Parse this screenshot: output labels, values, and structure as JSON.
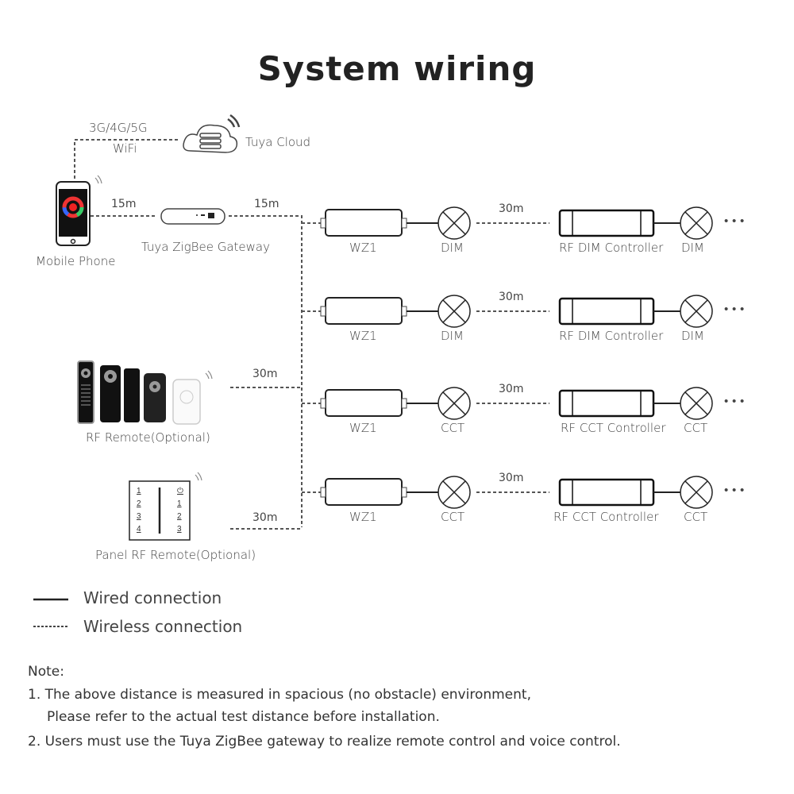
{
  "title": "System wiring",
  "cloud": {
    "network_line1": "3G/4G/5G",
    "network_line2": "WiFi",
    "label": "Tuya Cloud"
  },
  "phone": {
    "label": "Mobile Phone",
    "dist_to_gateway": "15m"
  },
  "gateway": {
    "label": "Tuya ZigBee Gateway",
    "dist_to_receivers": "15m"
  },
  "rows": [
    {
      "receiver": "WZ1",
      "lamp": "DIM",
      "distance": "30m",
      "controller": "RF DIM Controller",
      "lamp2": "DIM"
    },
    {
      "receiver": "WZ1",
      "lamp": "DIM",
      "distance": "30m",
      "controller": "RF DIM Controller",
      "lamp2": "DIM"
    },
    {
      "receiver": "WZ1",
      "lamp": "CCT",
      "distance": "30m",
      "controller": "RF CCT Controller",
      "lamp2": "CCT"
    },
    {
      "receiver": "WZ1",
      "lamp": "CCT",
      "distance": "30m",
      "controller": "RF CCT Controller",
      "lamp2": "CCT"
    }
  ],
  "rf_remote": {
    "label": "RF Remote(Optional)",
    "distance": "30m"
  },
  "panel_remote": {
    "label": "Panel RF Remote(Optional)",
    "distance": "30m",
    "left_keys": [
      "1",
      "2",
      "3",
      "4"
    ],
    "right_keys": [
      "⏻",
      "1",
      "2",
      "3"
    ]
  },
  "legend": {
    "wired": "Wired connection",
    "wireless": "Wireless connection"
  },
  "notes": {
    "heading": "Note:",
    "items": [
      "1. The above distance is measured in spacious (no obstacle) environment,",
      "Please refer to the actual test distance before installation.",
      "2. Users must use the Tuya ZigBee gateway to realize remote control and voice control."
    ]
  },
  "ellipsis": "• • •"
}
